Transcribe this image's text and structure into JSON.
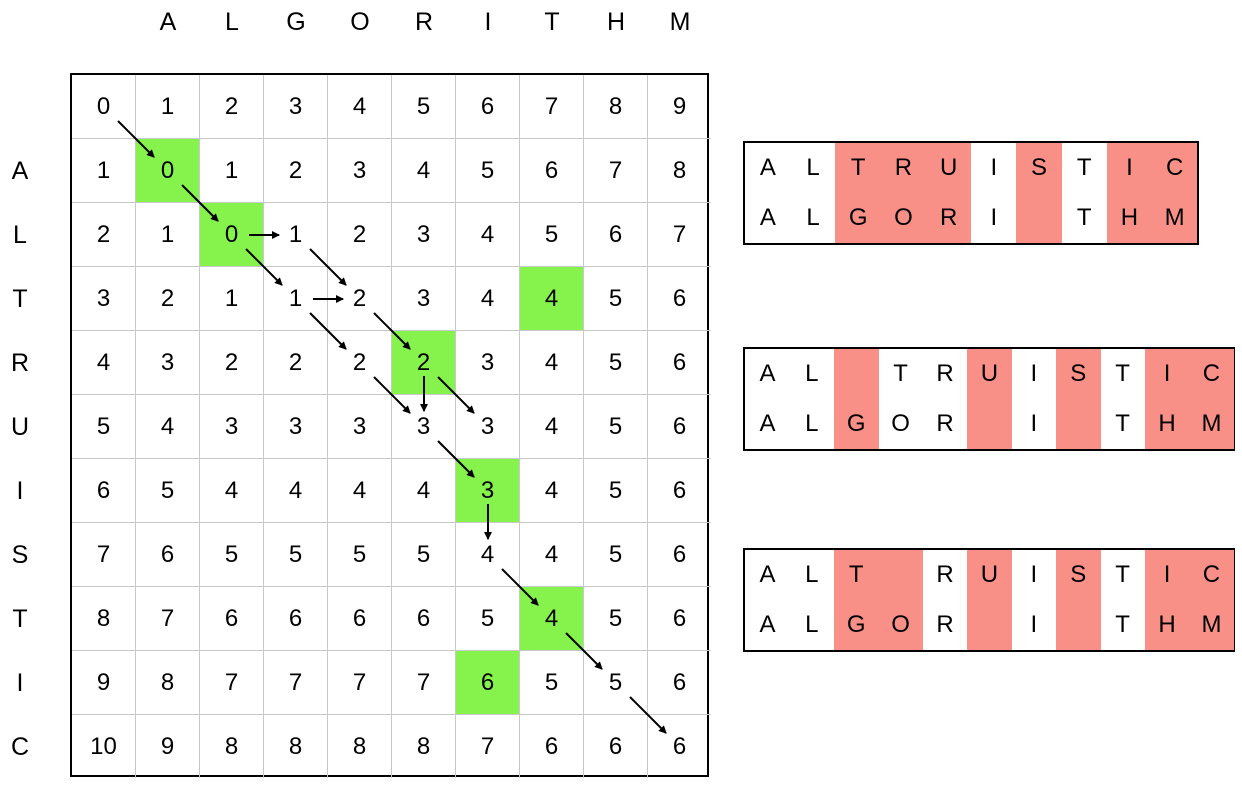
{
  "columns": [
    "A",
    "L",
    "G",
    "O",
    "R",
    "I",
    "T",
    "H",
    "M"
  ],
  "rows": [
    "A",
    "L",
    "T",
    "R",
    "U",
    "I",
    "S",
    "T",
    "I",
    "C"
  ],
  "matrix": [
    [
      "0",
      "1",
      "2",
      "3",
      "4",
      "5",
      "6",
      "7",
      "8",
      "9"
    ],
    [
      "1",
      "0",
      "1",
      "2",
      "3",
      "4",
      "5",
      "6",
      "7",
      "8"
    ],
    [
      "2",
      "1",
      "0",
      "1",
      "2",
      "3",
      "4",
      "5",
      "6",
      "7"
    ],
    [
      "3",
      "2",
      "1",
      "1",
      "2",
      "3",
      "4",
      "4",
      "5",
      "6"
    ],
    [
      "4",
      "3",
      "2",
      "2",
      "2",
      "2",
      "3",
      "4",
      "5",
      "6"
    ],
    [
      "5",
      "4",
      "3",
      "3",
      "3",
      "3",
      "3",
      "4",
      "5",
      "6"
    ],
    [
      "6",
      "5",
      "4",
      "4",
      "4",
      "4",
      "3",
      "4",
      "5",
      "6"
    ],
    [
      "7",
      "6",
      "5",
      "5",
      "5",
      "5",
      "4",
      "4",
      "5",
      "6"
    ],
    [
      "8",
      "7",
      "6",
      "6",
      "6",
      "6",
      "5",
      "4",
      "5",
      "6"
    ],
    [
      "9",
      "8",
      "7",
      "7",
      "7",
      "7",
      "6",
      "5",
      "5",
      "6"
    ],
    [
      "10",
      "9",
      "8",
      "8",
      "8",
      "8",
      "7",
      "6",
      "6",
      "6"
    ]
  ],
  "highlight_color": "#86f24c",
  "mismatch_color": "#f99088",
  "highlighted_cells": [
    [
      1,
      1
    ],
    [
      2,
      2
    ],
    [
      3,
      7
    ],
    [
      4,
      5
    ],
    [
      6,
      6
    ],
    [
      8,
      7
    ],
    [
      9,
      6
    ]
  ],
  "backtrack_arrows": [
    [
      "d",
      0,
      0
    ],
    [
      "d",
      1,
      1
    ],
    [
      "r",
      2,
      2
    ],
    [
      "d",
      2,
      2
    ],
    [
      "d",
      2,
      3
    ],
    [
      "r",
      3,
      3
    ],
    [
      "d",
      3,
      3
    ],
    [
      "d",
      3,
      4
    ],
    [
      "d",
      4,
      4
    ],
    [
      "d",
      4,
      5
    ],
    [
      "v",
      4,
      5
    ],
    [
      "d",
      5,
      5
    ],
    [
      "v",
      6,
      6
    ],
    [
      "d",
      7,
      6
    ],
    [
      "d",
      8,
      7
    ],
    [
      "d",
      9,
      8
    ]
  ],
  "alignments": [
    {
      "top": [
        "A",
        "L",
        "T",
        "R",
        "U",
        "I",
        "S",
        "T",
        "I",
        "C"
      ],
      "bottom": [
        "A",
        "L",
        "G",
        "O",
        "R",
        "I",
        "",
        "T",
        "H",
        "M"
      ],
      "mismatch": [
        false,
        false,
        true,
        true,
        true,
        false,
        true,
        false,
        true,
        true
      ]
    },
    {
      "top": [
        "A",
        "L",
        "",
        "T",
        "R",
        "U",
        "I",
        "S",
        "T",
        "I",
        "C"
      ],
      "bottom": [
        "A",
        "L",
        "G",
        "O",
        "R",
        "",
        "I",
        "",
        "T",
        "H",
        "M"
      ],
      "mismatch": [
        false,
        false,
        true,
        false,
        false,
        true,
        false,
        true,
        false,
        true,
        true
      ]
    },
    {
      "top": [
        "A",
        "L",
        "T",
        "",
        "R",
        "U",
        "I",
        "S",
        "T",
        "I",
        "C"
      ],
      "bottom": [
        "A",
        "L",
        "G",
        "O",
        "R",
        "",
        "I",
        "",
        "T",
        "H",
        "M"
      ],
      "mismatch": [
        false,
        false,
        true,
        true,
        false,
        true,
        false,
        true,
        false,
        true,
        true
      ]
    }
  ]
}
